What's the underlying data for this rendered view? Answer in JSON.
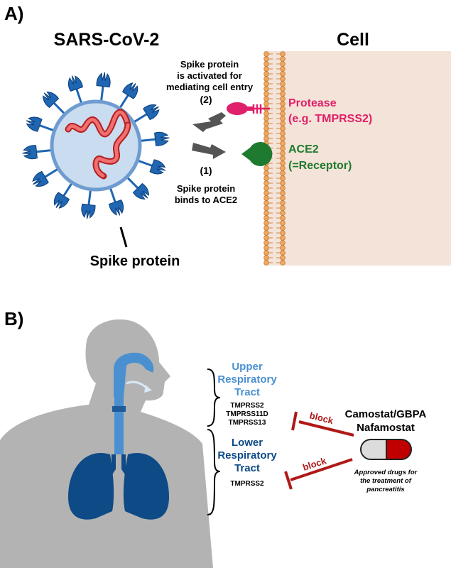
{
  "panel_a": {
    "label": "A)",
    "virus_title": "SARS-CoV-2",
    "cell_title": "Cell",
    "activation_text": [
      "Spike protein",
      "is activated for",
      "mediating cell entry",
      "(2)"
    ],
    "binding_text": [
      "(1)",
      "Spike protein",
      "binds to ACE2"
    ],
    "protease_label": [
      "Protease",
      "(e.g. TMPRSS2)"
    ],
    "ace2_label": [
      "ACE2",
      "(=Receptor)"
    ],
    "spike_label": "Spike protein"
  },
  "panel_b": {
    "label": "B)",
    "upper_tract": [
      "Upper",
      "Respiratory",
      "Tract"
    ],
    "upper_proteases": [
      "TMPRSS2",
      "TMPRSS11D",
      "TMPRSS13"
    ],
    "lower_tract": [
      "Lower",
      "Respiratory",
      "Tract"
    ],
    "lower_proteases": [
      "TMPRSS2"
    ],
    "block_label_1": "block",
    "block_label_2": "block",
    "drug_names": [
      "Camostat/GBPA",
      "Nafamostat"
    ],
    "drug_note": [
      "Approved drugs for",
      "the treatment of",
      "pancreatitis"
    ]
  },
  "colors": {
    "virus_body": "#c9dcf0",
    "virus_membrane": "#6f9cd0",
    "spike": "#1f66b3",
    "rna": "#e03030",
    "cell_bg": "#f4e3d8",
    "lipid": "#f0a860",
    "protease": "#e0206a",
    "ace2": "#1e7a2f",
    "arrow": "#555555",
    "body": "#b3b3b3",
    "airway_upper": "#4a90d0",
    "lungs": "#0d4a86",
    "block": "#b01818",
    "upper_text": "#4a90d0",
    "lower_text": "#0d4a86"
  }
}
